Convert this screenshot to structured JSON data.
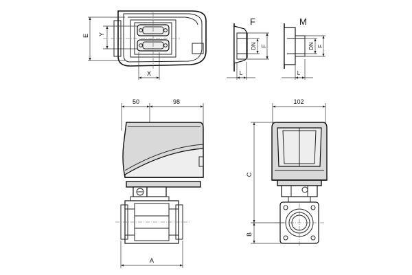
{
  "drawing": {
    "top_view": {
      "dim_e": "E",
      "dim_y": "Y",
      "dim_x": "X"
    },
    "detail_f": {
      "title": "F",
      "dim_dn": "DN",
      "dim_f": "F",
      "dim_l": "L"
    },
    "detail_m": {
      "title": "M",
      "dim_dn": "DN",
      "dim_f": "F",
      "dim_l": "L"
    },
    "front_view": {
      "dim_50": "50",
      "dim_98": "98",
      "dim_a": "A"
    },
    "side_view": {
      "dim_102": "102",
      "dim_c": "C",
      "dim_b": "B"
    }
  }
}
